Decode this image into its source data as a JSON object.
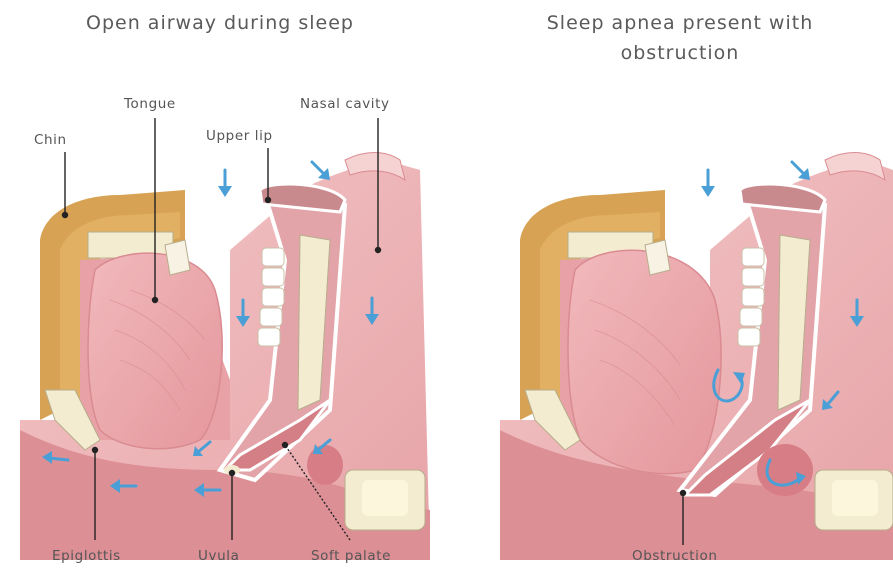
{
  "titles": {
    "left": "Open airway during sleep",
    "right_line1": "Sleep apnea present with",
    "right_line2": "obstruction"
  },
  "labels": {
    "tongue": "Tongue",
    "nasal_cavity": "Nasal cavity",
    "chin": "Chin",
    "upper_lip": "Upper lip",
    "epiglottis": "Epiglottis",
    "uvula": "Uvula",
    "soft_palate": "Soft palate",
    "obstruction": "Obstruction"
  },
  "colors": {
    "tissue_pink": "#e9a6aa",
    "tissue_dark": "#c97a80",
    "fat_orange": "#d7a253",
    "bone_cream": "#f3ecd1",
    "airflow_blue": "#4a9fd6",
    "skin_light": "#f6d3d3",
    "background": "#ffffff"
  }
}
